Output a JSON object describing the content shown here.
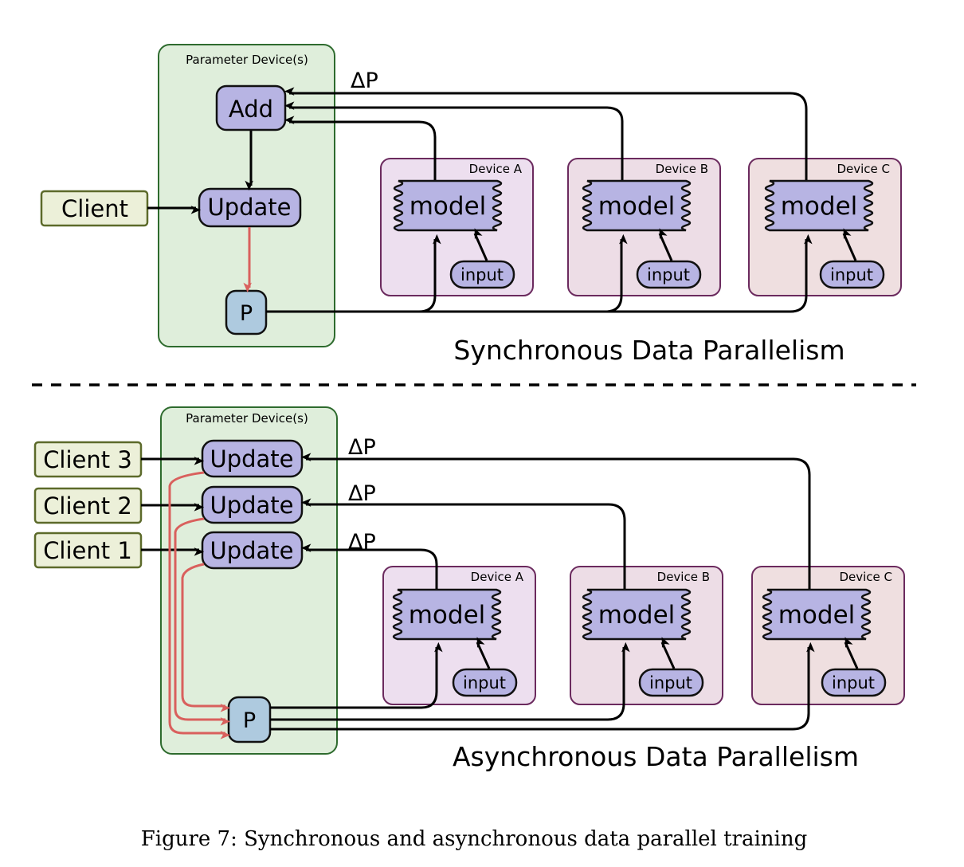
{
  "sync": {
    "title": "Synchronous Data Parallelism",
    "param_device_label": "Parameter Device(s)",
    "add_label": "Add",
    "update_label": "Update",
    "p_label": "P",
    "client_label": "Client",
    "delta_label": "ΔP",
    "devices": [
      {
        "name": "Device A",
        "model": "model",
        "input": "input"
      },
      {
        "name": "Device B",
        "model": "model",
        "input": "input"
      },
      {
        "name": "Device C",
        "model": "model",
        "input": "input"
      }
    ]
  },
  "async": {
    "title": "Asynchronous Data Parallelism",
    "param_device_label": "Parameter Device(s)",
    "update_label": "Update",
    "p_label": "P",
    "clients": [
      "Client 3",
      "Client 2",
      "Client 1"
    ],
    "delta_labels": [
      "ΔP",
      "ΔP",
      "ΔP"
    ],
    "devices": [
      {
        "name": "Device A",
        "model": "model",
        "input": "input"
      },
      {
        "name": "Device B",
        "model": "model",
        "input": "input"
      },
      {
        "name": "Device C",
        "model": "model",
        "input": "input"
      }
    ]
  },
  "caption": "Figure 7: Synchronous and asynchronous data parallel training",
  "colors": {
    "param_box": "#dfeedb",
    "node": "#b7b4e3",
    "p_node": "#aecadf",
    "client": "#ecf0d9",
    "red_arrow": "#d9605d"
  }
}
